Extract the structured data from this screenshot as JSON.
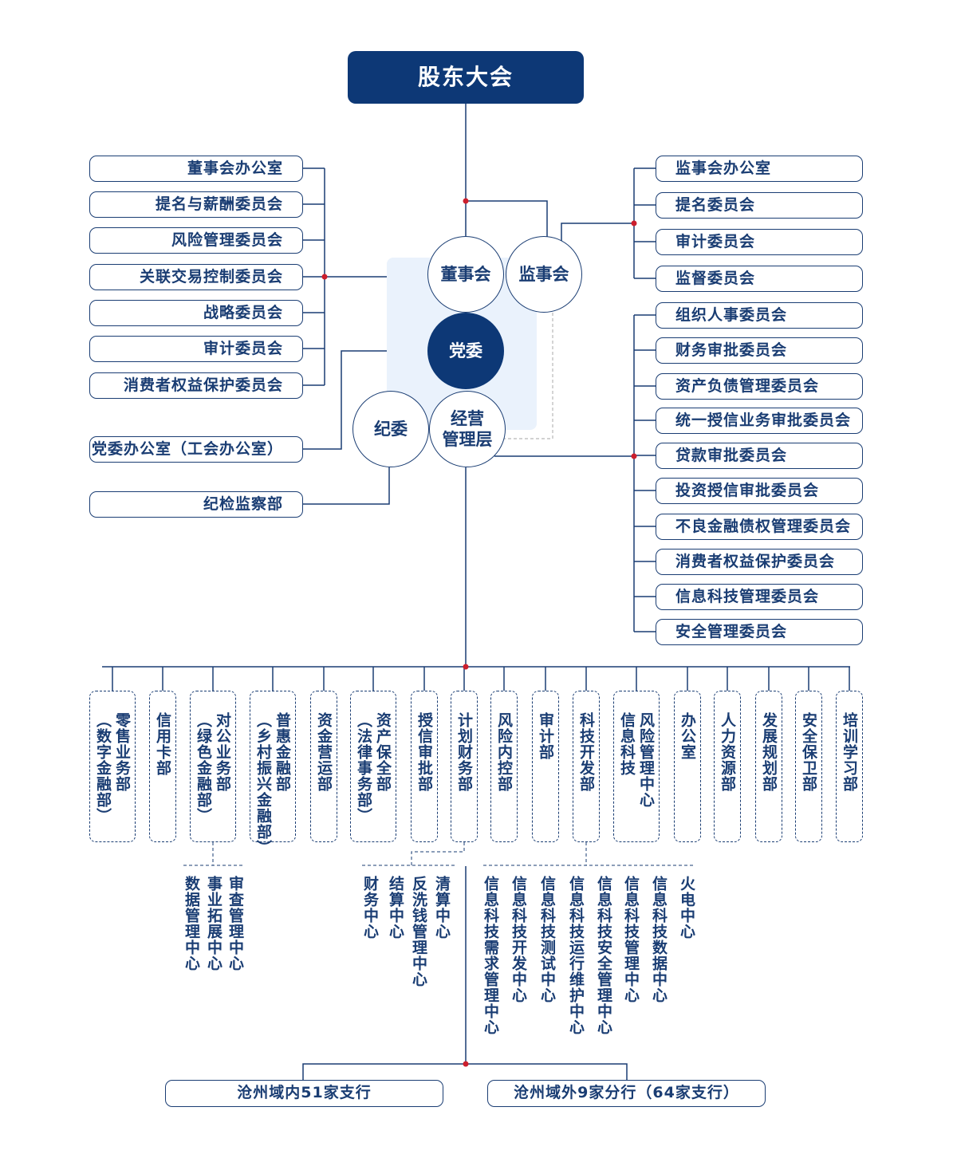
{
  "top": "股东大会",
  "board": "董事会",
  "supervisors": "监事会",
  "party": "党委",
  "discipline": "纪委",
  "management": "经营\n管理层",
  "board_committees": [
    "董事会办公室",
    "提名与薪酬委员会",
    "风险管理委员会",
    "关联交易控制委员会",
    "战略委员会",
    "审计委员会",
    "消费者权益保护委员会"
  ],
  "party_office": "党委办公室（工会办公室）",
  "discipline_dept": "纪检监察部",
  "supervisor_committees": [
    "监事会办公室",
    "提名委员会",
    "审计委员会",
    "监督委员会"
  ],
  "management_committees": [
    "组织人事委员会",
    "财务审批委员会",
    "资产负债管理委员会",
    "统一授信业务审批委员会",
    "贷款审批委员会",
    "投资授信审批委员会",
    "不良金融债权管理委员会",
    "消费者权益保护委员会",
    "信息科技管理委员会",
    "安全管理委员会"
  ],
  "departments": [
    {
      "lines": [
        "零售业务部",
        "（数字金融部）"
      ]
    },
    {
      "lines": [
        "信用卡部"
      ]
    },
    {
      "lines": [
        "对公业务部",
        "（绿色金融部）"
      ]
    },
    {
      "lines": [
        "普惠金融部",
        "（乡村振兴金融部）"
      ]
    },
    {
      "lines": [
        "资金营运部"
      ]
    },
    {
      "lines": [
        "资产保全部",
        "（法律事务部）"
      ]
    },
    {
      "lines": [
        "授信审批部"
      ]
    },
    {
      "lines": [
        "计划财务部"
      ]
    },
    {
      "lines": [
        "风险内控部"
      ]
    },
    {
      "lines": [
        "审计部"
      ]
    },
    {
      "lines": [
        "科技开发部"
      ]
    },
    {
      "lines": [
        "信息科技",
        "风险管理中心"
      ]
    },
    {
      "lines": [
        "办公室"
      ]
    },
    {
      "lines": [
        "人力资源部"
      ]
    },
    {
      "lines": [
        "发展规划部"
      ]
    },
    {
      "lines": [
        "安全保卫部"
      ]
    },
    {
      "lines": [
        "培训学习部"
      ]
    }
  ],
  "corporate_centers": [
    "审查管理中心",
    "事业拓展中心",
    "数据管理中心"
  ],
  "finance_centers": [
    "清算中心",
    "反洗钱管理中心",
    "结算中心",
    "财务中心"
  ],
  "tech_centers": [
    "火电中心",
    "信息科技数据中心",
    "信息科技管理中心",
    "信息科技安全管理中心",
    "信息科技运行维护中心",
    "信息科技测试中心",
    "信息科技开发中心",
    "信息科技需求管理中心"
  ],
  "branches": [
    "沧州域内51家支行",
    "沧州域外9家分行（64家支行）"
  ]
}
